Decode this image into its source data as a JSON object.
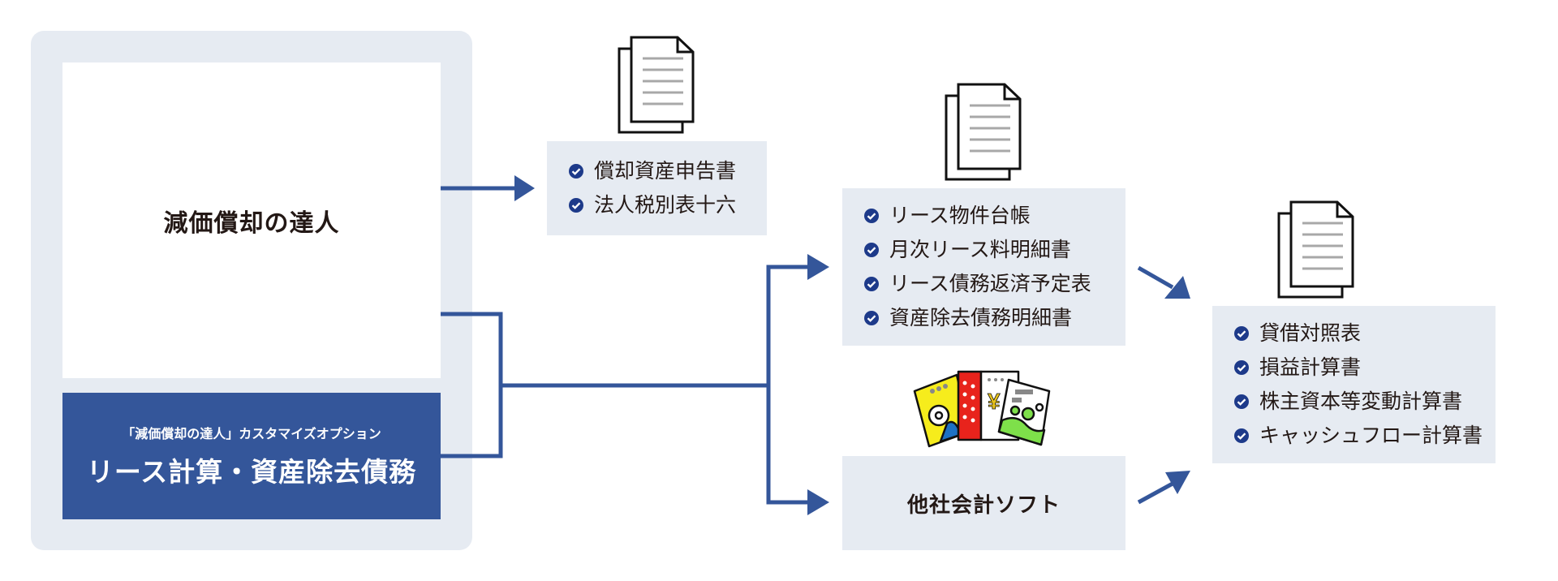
{
  "colors": {
    "panel_bg": "#e6ebf2",
    "accent_blue": "#34569a",
    "check_blue": "#1d3a8a",
    "text": "#231815"
  },
  "source": {
    "main_product": "減価償却の達人",
    "option_subtitle": "「減価償却の達人」カスタマイズオプション",
    "option_title": "リース計算・資産除去債務"
  },
  "outputs": {
    "tax_forms": {
      "icon": "document-stack-icon",
      "items": [
        "償却資産申告書",
        "法人税別表十六"
      ]
    },
    "lease_reports": {
      "icon": "document-stack-icon",
      "items": [
        "リース物件台帳",
        "月次リース料明細書",
        "リース債務返済予定表",
        "資産除去債務明細書"
      ]
    },
    "other_software": {
      "icon": "software-packages-icon",
      "label": "他社会計ソフト"
    },
    "financial_statements": {
      "icon": "document-stack-icon",
      "items": [
        "貸借対照表",
        "損益計算書",
        "株主資本等変動計算書",
        "キャッシュフロー計算書"
      ]
    }
  },
  "check_icon": "check-circle-icon"
}
